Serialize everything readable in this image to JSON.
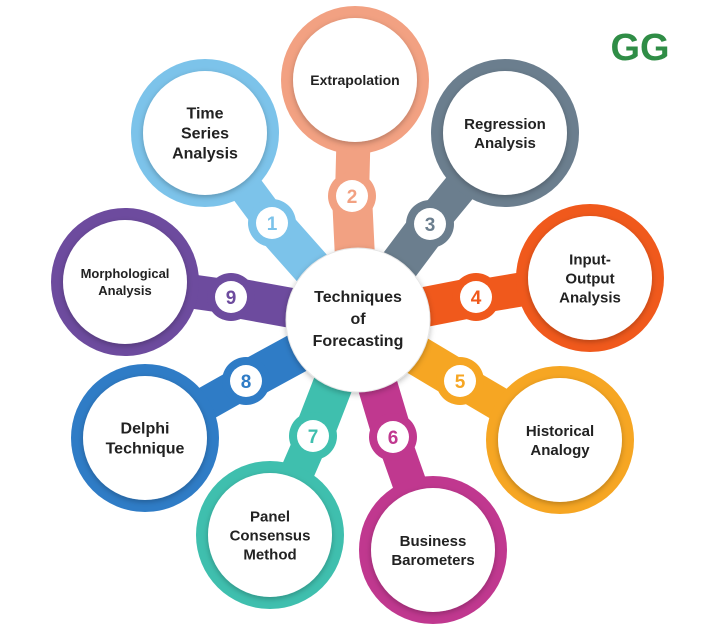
{
  "logo": {
    "text": "GG",
    "color": "#2f8d46"
  },
  "center": {
    "lines": [
      "Techniques",
      "of",
      "Forecasting"
    ]
  },
  "nodes": [
    {
      "number": "1",
      "lines": [
        "Time",
        "Series",
        "Analysis"
      ],
      "color": "#7cc3ea"
    },
    {
      "number": "2",
      "lines": [
        "Extrapolation"
      ],
      "color": "#f2a182"
    },
    {
      "number": "3",
      "lines": [
        "Regression",
        "Analysis"
      ],
      "color": "#6b7e8e"
    },
    {
      "number": "4",
      "lines": [
        "Input-",
        "Output",
        "Analysis"
      ],
      "color": "#f0591c"
    },
    {
      "number": "5",
      "lines": [
        "Historical",
        "Analogy"
      ],
      "color": "#f6a623"
    },
    {
      "number": "6",
      "lines": [
        "Business",
        "Barometers"
      ],
      "color": "#c0388f"
    },
    {
      "number": "7",
      "lines": [
        "Panel",
        "Consensus",
        "Method"
      ],
      "color": "#3fbfae"
    },
    {
      "number": "8",
      "lines": [
        "Delphi",
        "Technique"
      ],
      "color": "#2f7cc6"
    },
    {
      "number": "9",
      "lines": [
        "Morphological",
        "Analysis"
      ],
      "color": "#6d4b9e"
    }
  ]
}
